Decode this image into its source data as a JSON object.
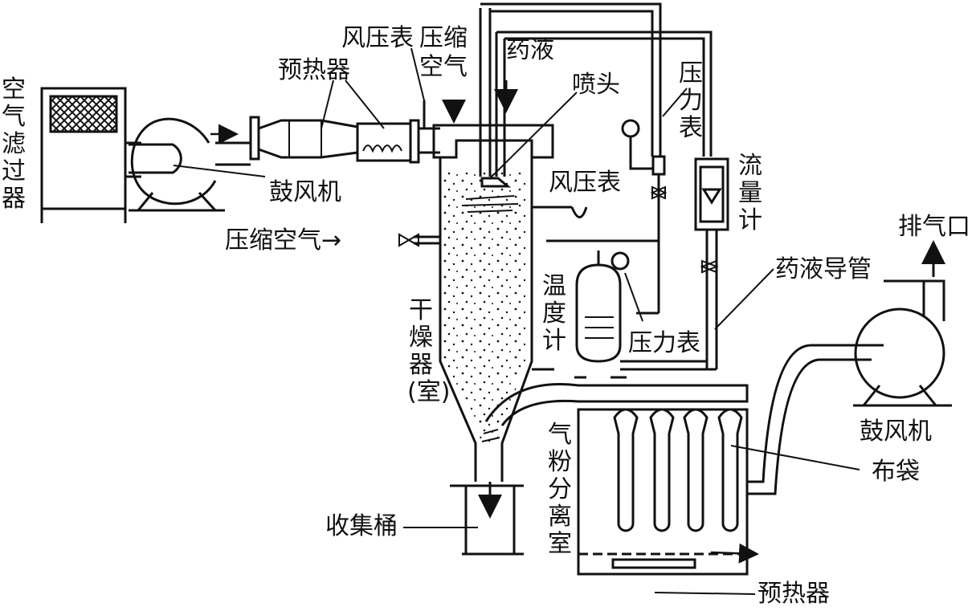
{
  "labels": {
    "air_filter": "空气滤过器",
    "fan_left": "鼓风机",
    "preheater_top": "预热器",
    "air_pressure_gauge_top": "风压表",
    "compressed_air_top": "压缩空气",
    "liquid_drug": "药液",
    "nozzle": "喷头",
    "pressure_gauge_right": "压力表",
    "flowmeter": "流量计",
    "air_pressure_gauge_mid": "风压表",
    "compressed_air_left": "压缩空气→",
    "thermometer": "温度计",
    "pressure_gauge_tank": "压力表",
    "drug_pipe": "药液导管",
    "exhaust": "排气口",
    "dryer": "干燥器(室)",
    "separator": "气粉分离室",
    "collection_bucket": "收集桶",
    "fan_right": "鼓风机",
    "cloth_bag": "布袋",
    "preheater_bottom": "预热器"
  }
}
